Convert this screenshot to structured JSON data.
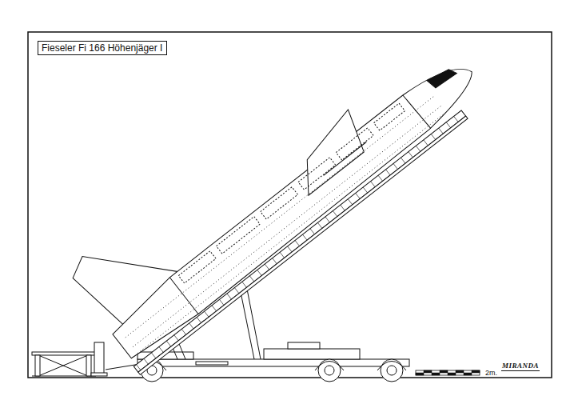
{
  "diagram": {
    "title": "Fieseler Fi 166 Höhenjäger I",
    "labels": [
      "2m.",
      "MIRANDA"
    ]
  }
}
